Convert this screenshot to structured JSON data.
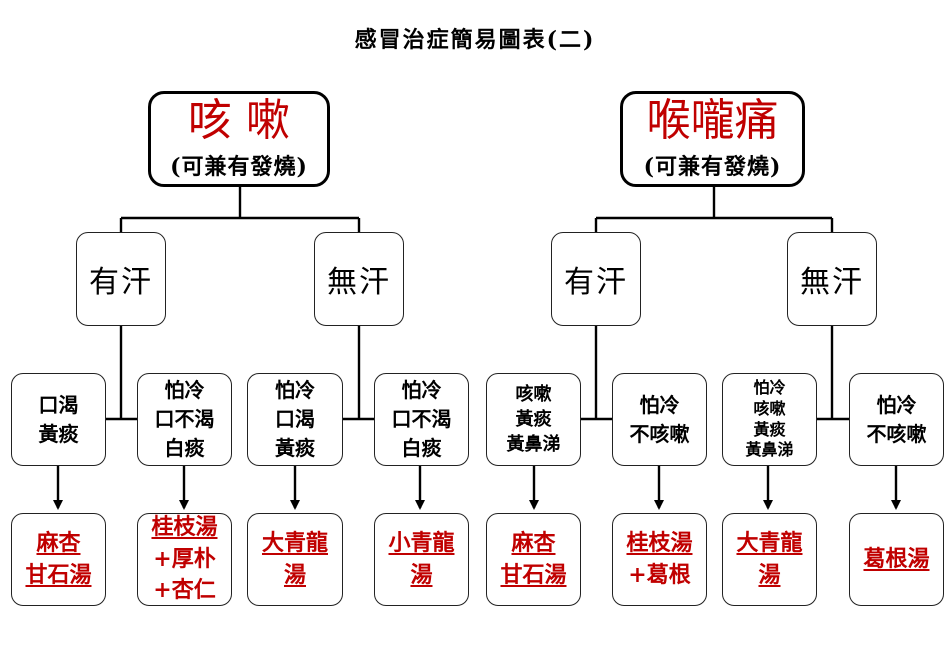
{
  "title": "感冒治症簡易圖表(二)",
  "colors": {
    "accent": "#c00000",
    "line": "#000000"
  },
  "left": {
    "main": "咳 嗽",
    "sub": "(可兼有發燒)",
    "sweat": "有汗",
    "nosweat": "無汗",
    "symptoms": [
      [
        "口渴",
        "黃痰"
      ],
      [
        "怕冷",
        "口不渴",
        "白痰"
      ],
      [
        "怕冷",
        "口渴",
        "黃痰"
      ],
      [
        "怕冷",
        "口不渴",
        "白痰"
      ]
    ],
    "remedies": [
      [
        "麻杏",
        "甘石湯"
      ],
      [
        "桂枝湯",
        "+厚朴",
        "+杏仁"
      ],
      [
        "大青龍",
        "湯"
      ],
      [
        "小青龍",
        "湯"
      ]
    ]
  },
  "right": {
    "main": "喉嚨痛",
    "sub": "(可兼有發燒)",
    "sweat": "有汗",
    "nosweat": "無汗",
    "symptoms": [
      [
        "咳嗽",
        "黃痰",
        "黃鼻涕"
      ],
      [
        "怕冷",
        "不咳嗽"
      ],
      [
        "怕冷",
        "咳嗽",
        "黃痰",
        "黃鼻涕"
      ],
      [
        "怕冷",
        "不咳嗽"
      ]
    ],
    "remedies": [
      [
        "麻杏",
        "甘石湯"
      ],
      [
        "桂枝湯",
        "+葛根"
      ],
      [
        "大青龍",
        "湯"
      ],
      [
        "葛根湯"
      ]
    ]
  }
}
